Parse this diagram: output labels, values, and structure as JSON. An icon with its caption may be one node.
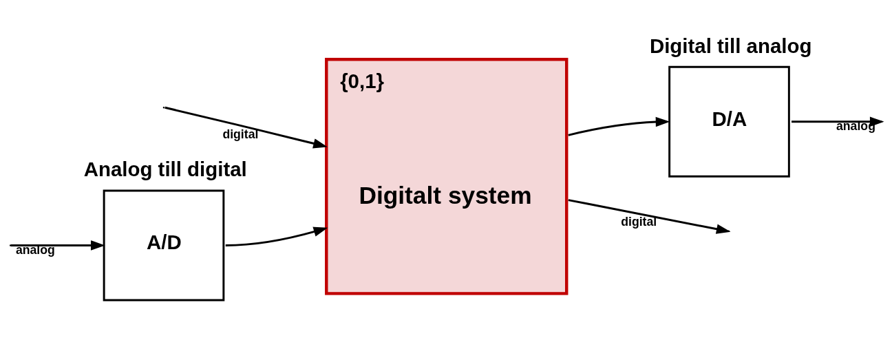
{
  "diagram": {
    "nodes": [
      {
        "text": [
          "Analog till digital",
          "A/D"
        ]
      },
      {
        "text": [
          "{0,1}",
          "Digitalt system"
        ]
      },
      {
        "text": [
          "Digital till analog",
          "D/A"
        ]
      }
    ],
    "edges": [
      {
        "from": null,
        "to": 0,
        "arrow": "to",
        "label": "analog"
      },
      {
        "from": 0,
        "to": 1,
        "arrow": "to"
      },
      {
        "from": null,
        "to": 1,
        "arrow": "to",
        "label": "digital"
      },
      {
        "from": 1,
        "to": 2,
        "arrow": "to"
      },
      {
        "from": 2,
        "to": null,
        "arrow": "to",
        "label": "analog"
      },
      {
        "from": 1,
        "to": null,
        "arrow": "to",
        "label": "digital"
      }
    ]
  }
}
